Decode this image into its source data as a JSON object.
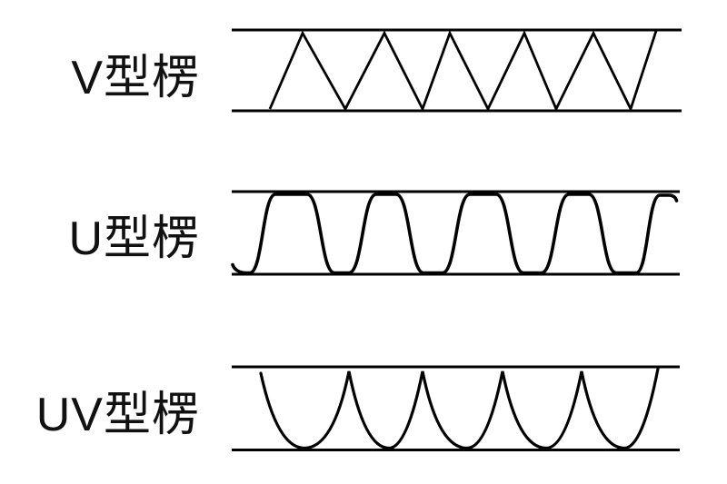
{
  "figure": {
    "background": "#ffffff",
    "stroke_color": "#000000",
    "rows": [
      {
        "id": "v",
        "label": "V型楞",
        "wave_icon": "triangle-zigzag-wave"
      },
      {
        "id": "u",
        "label": "U型楞",
        "wave_icon": "rounded-square-wave"
      },
      {
        "id": "uv",
        "label": "UV型楞",
        "wave_icon": "scalloped-cusp-wave"
      }
    ]
  }
}
